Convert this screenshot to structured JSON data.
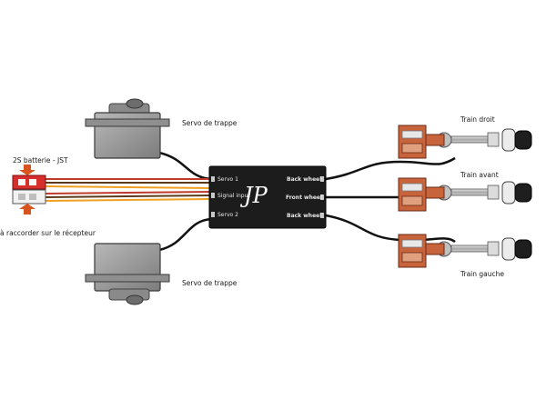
{
  "labels": {
    "servo_top": "Servo de trappe",
    "servo_bottom": "Servo de trappe",
    "battery": "2S batterie - JST",
    "receiver": "à raccorder sur le récepteur",
    "train_right": "Train droit",
    "train_front": "Train avant",
    "train_left": "Train gauche"
  },
  "board": {
    "logo": "JP",
    "port_servo1": "Servo 1",
    "port_signal": "Signal input",
    "port_servo2": "Servo 2",
    "port_back_top": "Back wheel",
    "port_front": "Front wheel",
    "port_back_bottom": "Back wheel"
  },
  "colors": {
    "board": "#1c1c1c",
    "servo": "#9a9a9a",
    "arrow": "#d9531e",
    "retract": "#c8643c",
    "wire_red": "#c0392b",
    "wire_brown": "#5a3a1a"
  }
}
